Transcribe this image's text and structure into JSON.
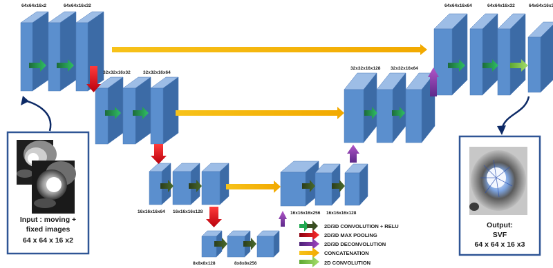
{
  "dims": {
    "enc1_a": "64x64x16x2",
    "enc1_b": "64x64x16x32",
    "enc2_a": "32x32x16x32",
    "enc2_b": "32x32x16x64",
    "enc3_a": "16x16x16x64",
    "enc3_b": "16x16x16x128",
    "bott_a": "8x8x8x128",
    "bott_b": "8x8x8x256",
    "dec3_a": "16x16x16x256",
    "dec3_b": "16x16x16x128",
    "dec2_a": "32x32x16x128",
    "dec2_b": "32x32x16x64",
    "dec1_a": "64x64x16x64",
    "dec1_b": "64x64x16x32",
    "dec1_c": "64x64x16x3"
  },
  "input_panel": {
    "line1": "Input : moving +",
    "line2": "fixed images",
    "line3": "64 x 64 x 16 x2"
  },
  "output_panel": {
    "line1": "Output:",
    "line2": "SVF",
    "line3": "64 x 64 x 16 x3"
  },
  "legend": [
    {
      "label": "2D/3D CONVOLUTION + RELU",
      "color": "#1fa84f"
    },
    {
      "label": "2D/3D MAX POOLING",
      "color": "#d0121b"
    },
    {
      "label": "2D/3D DECONVOLUTION",
      "color": "#7b2fa0"
    },
    {
      "label": "CONCATENATION",
      "color": "#f2b800"
    },
    {
      "label": "2D CONVOLUTION",
      "color": "#86c94b"
    }
  ],
  "colors": {
    "block_front": "#5b8fce",
    "block_top": "#9dbde6",
    "block_side": "#3c6ba6",
    "panel_border": "#2f5595"
  }
}
